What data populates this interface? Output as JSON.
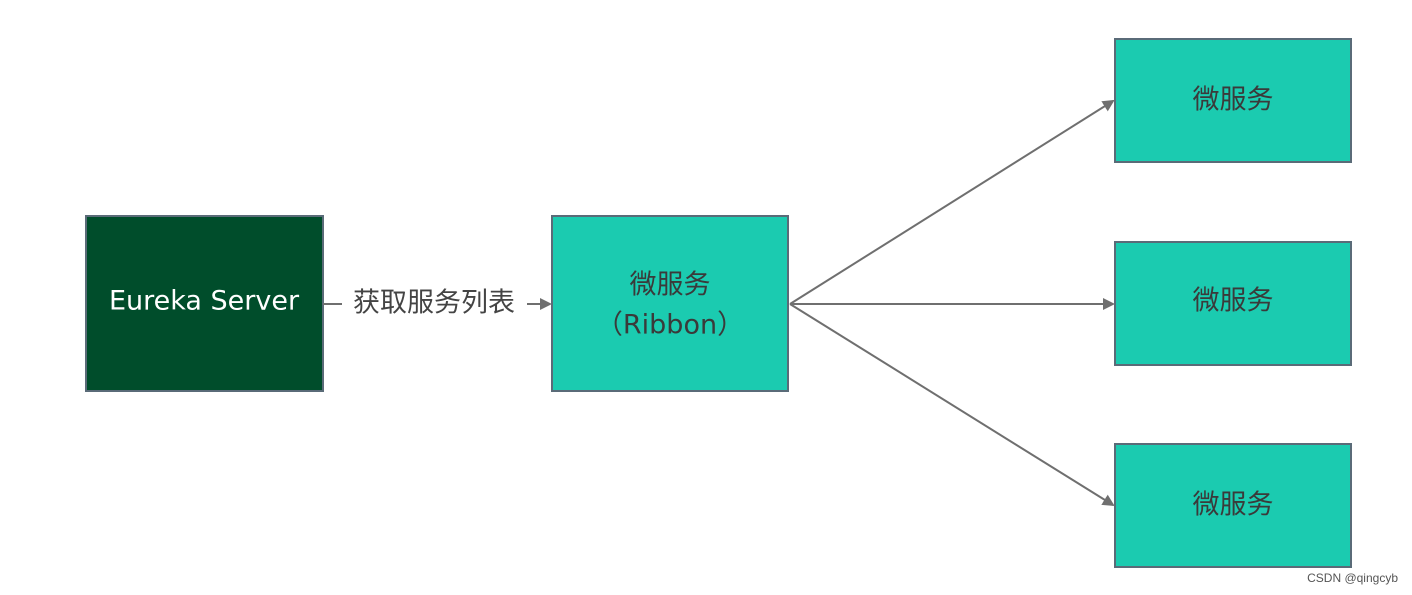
{
  "colors": {
    "server_fill": "#004d2b",
    "service_fill": "#1bcbb0",
    "box_border": "#5a6b78",
    "arrow": "#6f6f6f",
    "server_text": "#ffffff",
    "service_text": "#3a3a3a",
    "label_text": "#444444"
  },
  "nodes": {
    "eureka": {
      "label": "Eureka  Server"
    },
    "ribbon": {
      "label_line1": "微服务",
      "label_line2": "（Ribbon）"
    },
    "service_top": {
      "label": "微服务"
    },
    "service_middle": {
      "label": "微服务"
    },
    "service_bottom": {
      "label": "微服务"
    }
  },
  "edges": {
    "eureka_to_ribbon": {
      "label": "获取服务列表"
    }
  },
  "watermark": "CSDN @qingcyb"
}
